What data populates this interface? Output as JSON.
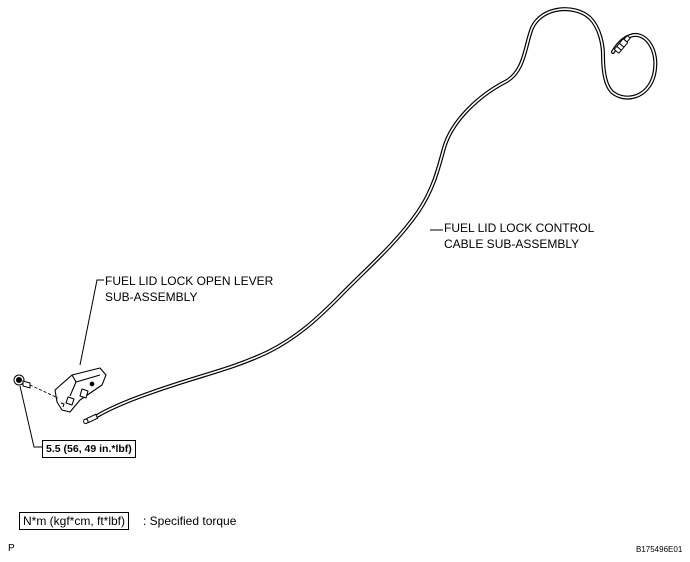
{
  "labels": {
    "cable_line1": "FUEL LID LOCK CONTROL",
    "cable_line2": "CABLE SUB-ASSEMBLY",
    "lever_line1": "FUEL LID LOCK OPEN LEVER",
    "lever_line2": "SUB-ASSEMBLY",
    "torque_value": "5.5 (56, 49 in.*lbf)"
  },
  "legend": {
    "torque_units": "N*m (kgf*cm, ft*lbf)",
    "torque_desc": ": Specified torque"
  },
  "footer": {
    "left_mark": "P",
    "figure_id": "B175496E01"
  },
  "icons": {
    "bolt": "bolt-icon",
    "lever": "fuel-lid-lever-icon",
    "cable": "control-cable-icon",
    "connector": "cable-connector-icon"
  }
}
